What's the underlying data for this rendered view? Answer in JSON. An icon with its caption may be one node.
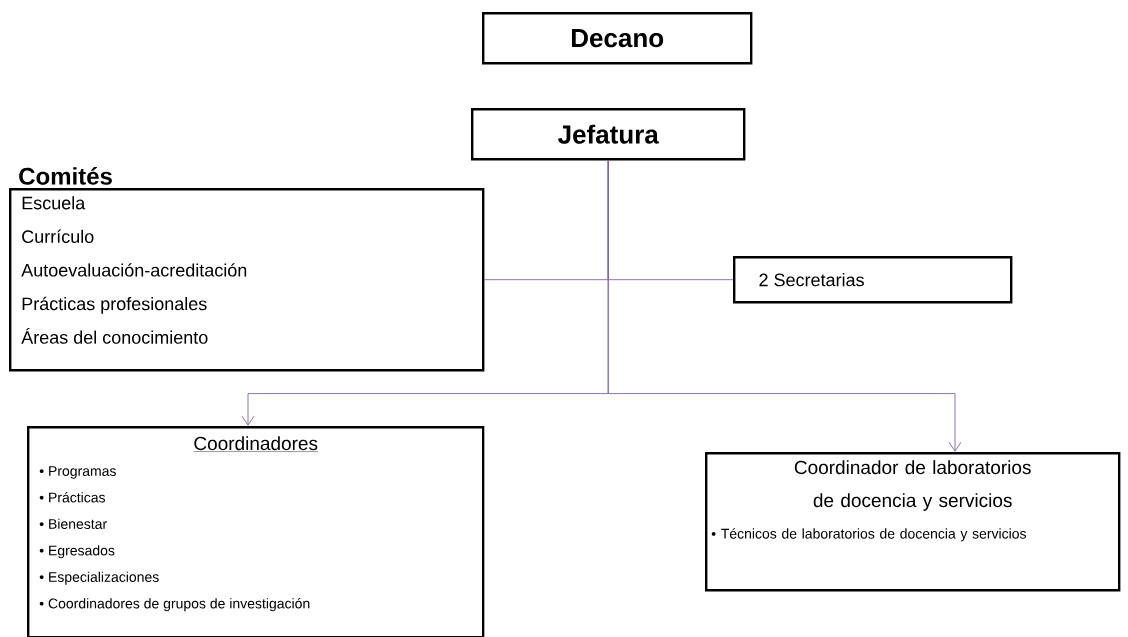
{
  "diagram": {
    "nodes": [
      {
        "text": [
          "Decano"
        ]
      },
      {
        "text": [
          "Jefatura"
        ]
      },
      {
        "text": [
          "Comités",
          "Escuela",
          "Currículo",
          "Autoevaluación-acreditación",
          "Prácticas profesionales",
          "Áreas del conocimiento"
        ]
      },
      {
        "text": [
          "2 Secretarias"
        ]
      },
      {
        "text": [
          "Coordinadores",
          "• Programas",
          "• Prácticas",
          "• Bienestar",
          "• Egresados",
          "• Especializaciones",
          "• Coordinadores de grupos de investigación"
        ]
      },
      {
        "text": [
          "Coordinador de laboratorios de docencia y servicios",
          "• Técnicos de laboratorios de docencia y servicios"
        ]
      }
    ],
    "edges": [
      {
        "from": 1,
        "to": 2,
        "arrow": "none"
      },
      {
        "from": 1,
        "to": 3,
        "arrow": "none"
      },
      {
        "from": 1,
        "to": 4,
        "arrow": "to"
      },
      {
        "from": 1,
        "to": 5,
        "arrow": "to"
      }
    ]
  }
}
